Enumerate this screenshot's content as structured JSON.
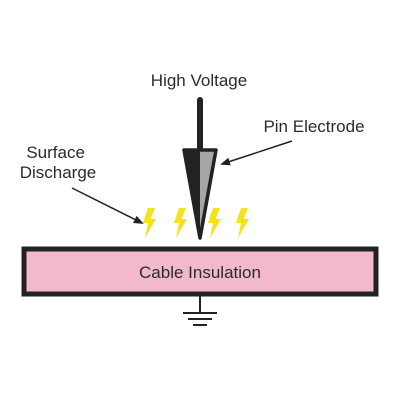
{
  "labels": {
    "high_voltage": "High Voltage",
    "pin_electrode": "Pin Electrode",
    "surface_line1": "Surface",
    "surface_line2": "Discharge",
    "cable_insulation": "Cable Insulation"
  },
  "colors": {
    "insulation_fill": "#F2B8CE",
    "outline": "#222222",
    "pin_fill": "#A6A6A6",
    "spark": "#F4E21A",
    "text": "#2B2B2B"
  },
  "icons": {
    "spark": "lightning-bolt-icon",
    "ground": "ground-symbol-icon"
  }
}
